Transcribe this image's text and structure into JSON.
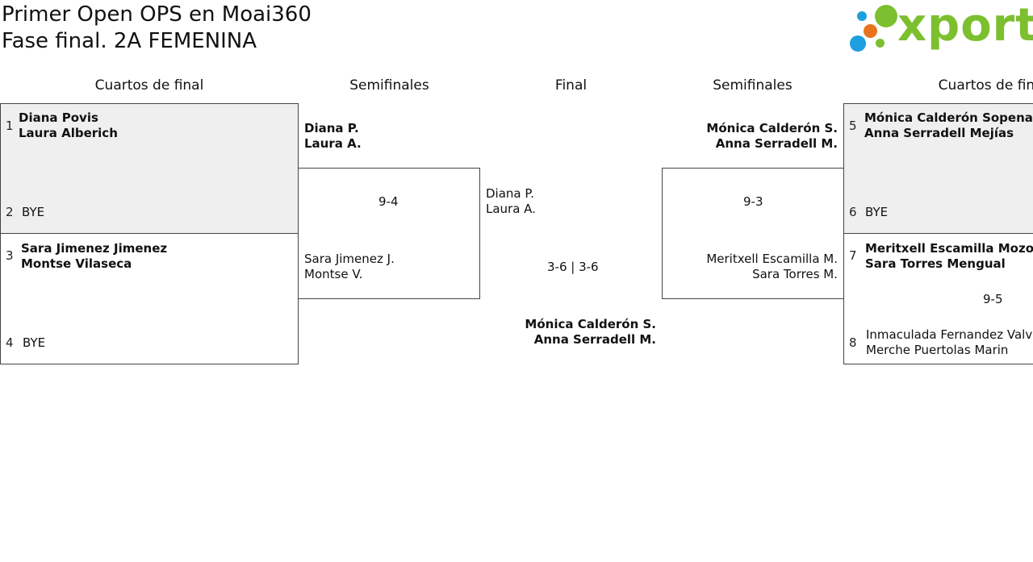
{
  "header": {
    "title_line1": "Primer Open OPS en Moai360",
    "title_line2": "Fase final. 2A FEMENINA",
    "logo_text": "xporty",
    "logo_colors": {
      "green": "#7cbf2f",
      "blue": "#1ea0e0",
      "orange": "#e8731a"
    }
  },
  "columns": {
    "left_qf": "Cuartos de final",
    "left_sf": "Semifinales",
    "final": "Final",
    "right_sf": "Semifinales",
    "right_qf": "Cuartos de final"
  },
  "left_qf": {
    "m1": {
      "s1": "1",
      "p1a": "Diana Povis",
      "p1b": "Laura Alberich",
      "s2": "2",
      "p2": "BYE"
    },
    "m2": {
      "s1": "3",
      "p1a": "Sara Jimenez Jimenez",
      "p1b": "Montse Vilaseca",
      "s2": "4",
      "p2": "BYE"
    }
  },
  "left_sf": {
    "top_a": "Diana P.",
    "top_b": "Laura A.",
    "score": "9-4",
    "bot_a": "Sara Jimenez J.",
    "bot_b": "Montse V."
  },
  "final": {
    "top_a": "Diana P.",
    "top_b": "Laura A.",
    "score": "3-6 | 3-6",
    "winner_a": "Mónica Calderón S.",
    "winner_b": "Anna Serradell M."
  },
  "right_sf": {
    "top_a": "Mónica Calderón S.",
    "top_b": "Anna Serradell M.",
    "score": "9-3",
    "bot_a": "Meritxell Escamilla M.",
    "bot_b": "Sara Torres M."
  },
  "right_qf": {
    "m1": {
      "s1": "5",
      "p1a": "Mónica Calderón Sopena",
      "p1b": "Anna Serradell Mejías",
      "s2": "6",
      "p2": "BYE"
    },
    "m2": {
      "s1": "7",
      "p1a": "Meritxell Escamilla Mozo",
      "p1b": "Sara Torres Mengual",
      "score": "9-5",
      "s2": "8",
      "p2a": "Inmaculada Fernandez Valv",
      "p2b": "Merche Puertolas Marin"
    }
  }
}
